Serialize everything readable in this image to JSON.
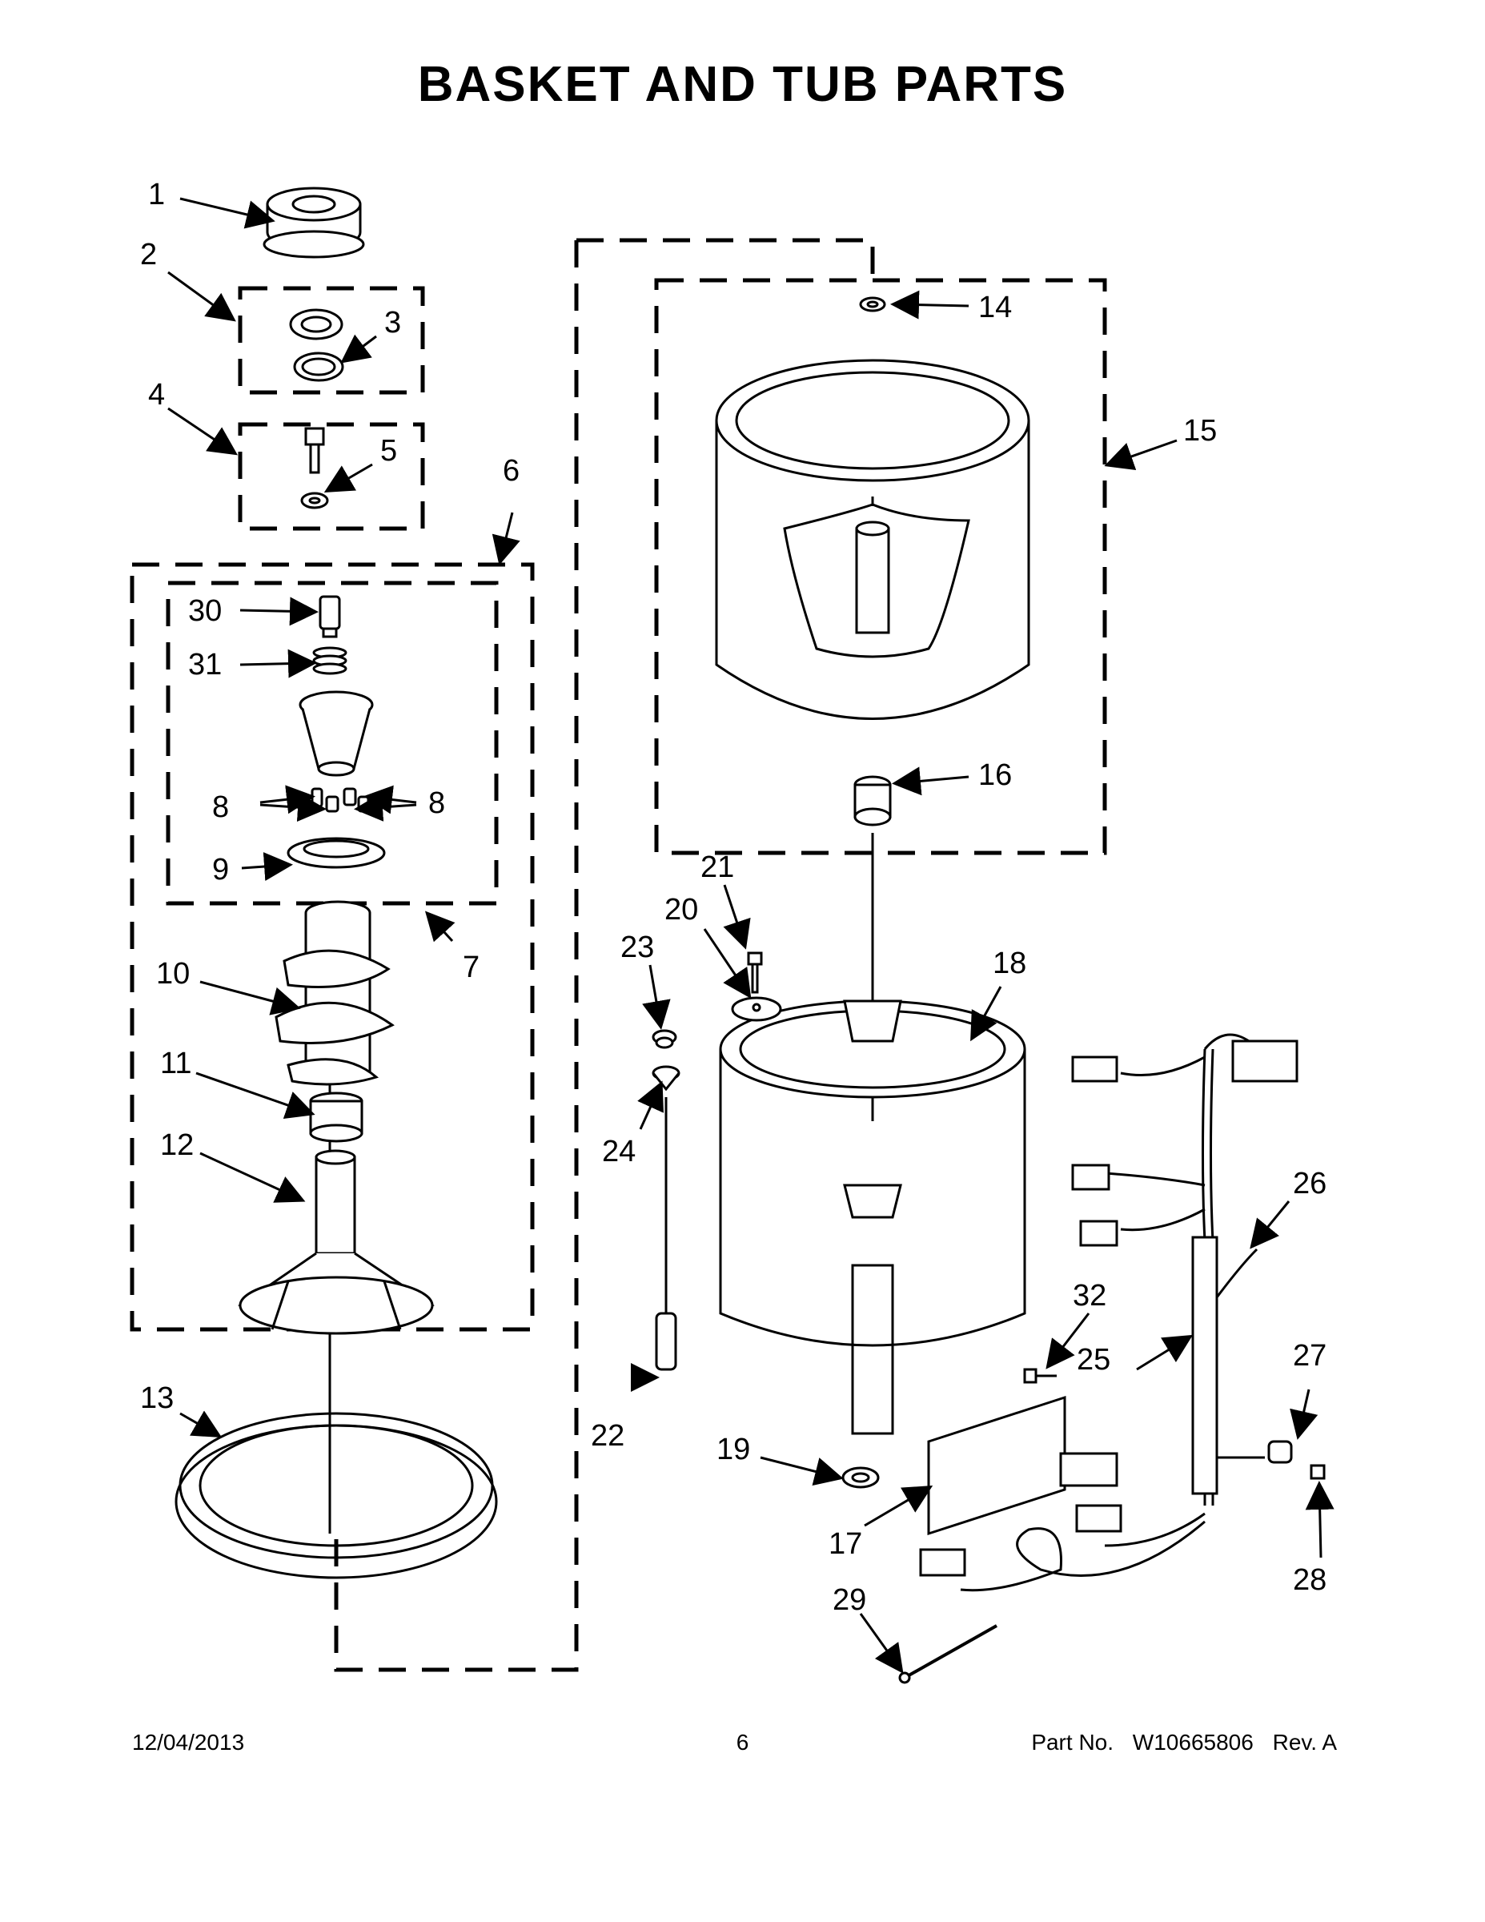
{
  "title": "BASKET AND TUB PARTS",
  "callouts": [
    "1",
    "2",
    "3",
    "4",
    "5",
    "6",
    "7",
    "8",
    "8",
    "9",
    "10",
    "11",
    "12",
    "13",
    "14",
    "15",
    "16",
    "17",
    "18",
    "19",
    "20",
    "21",
    "22",
    "23",
    "24",
    "25",
    "26",
    "27",
    "28",
    "29",
    "30",
    "31",
    "32"
  ],
  "footer": {
    "date": "12/04/2013",
    "page": "6",
    "part_label": "Part No.",
    "part_number": "W10665806",
    "revision": "Rev. A"
  }
}
